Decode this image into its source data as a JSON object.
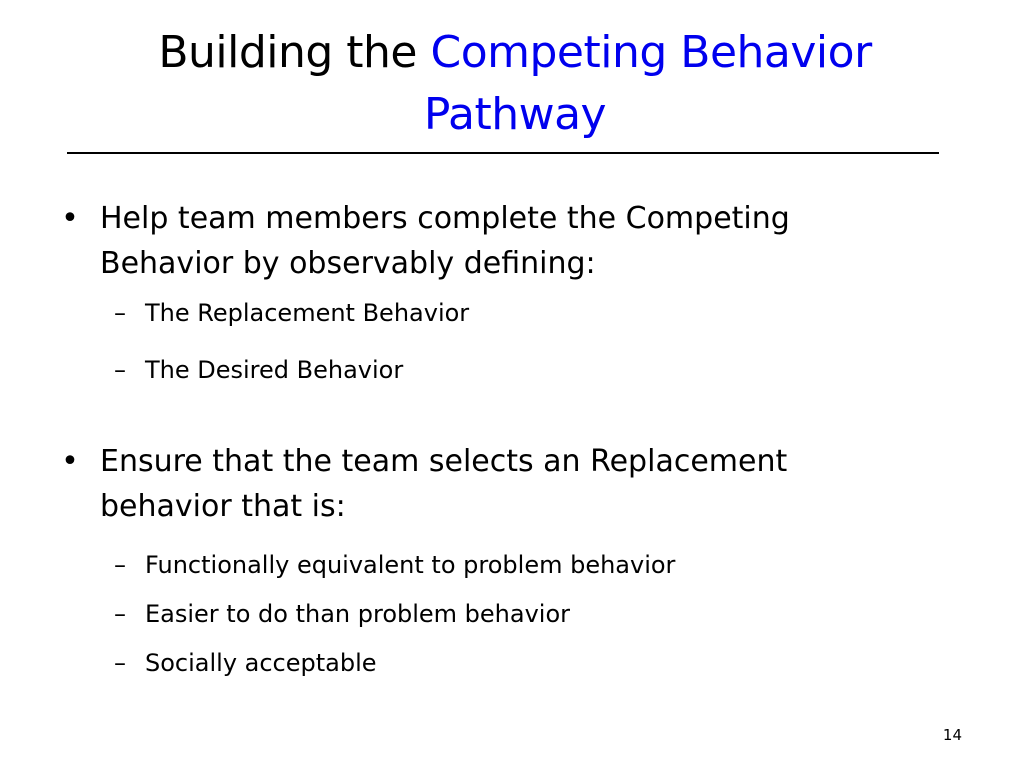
{
  "slide": {
    "title_prefix": "Building the ",
    "title_accent_line1": "Competing Behavior",
    "title_accent_line2": "Pathway",
    "accent_color": "#0000ee",
    "bullets": [
      {
        "text_line1": "Help team members complete the Competing",
        "text_line2": "Behavior by observably defining:",
        "subitems": [
          "The Replacement Behavior",
          "The Desired Behavior"
        ]
      },
      {
        "text_line1": "Ensure that the team selects an Replacement",
        "text_line2": "behavior that is:",
        "subitems": [
          "Functionally equivalent to problem behavior",
          "Easier to do than problem behavior",
          "Socially acceptable"
        ]
      }
    ],
    "bullet_glyph": "•",
    "dash_glyph": "–",
    "page_number": "14"
  }
}
